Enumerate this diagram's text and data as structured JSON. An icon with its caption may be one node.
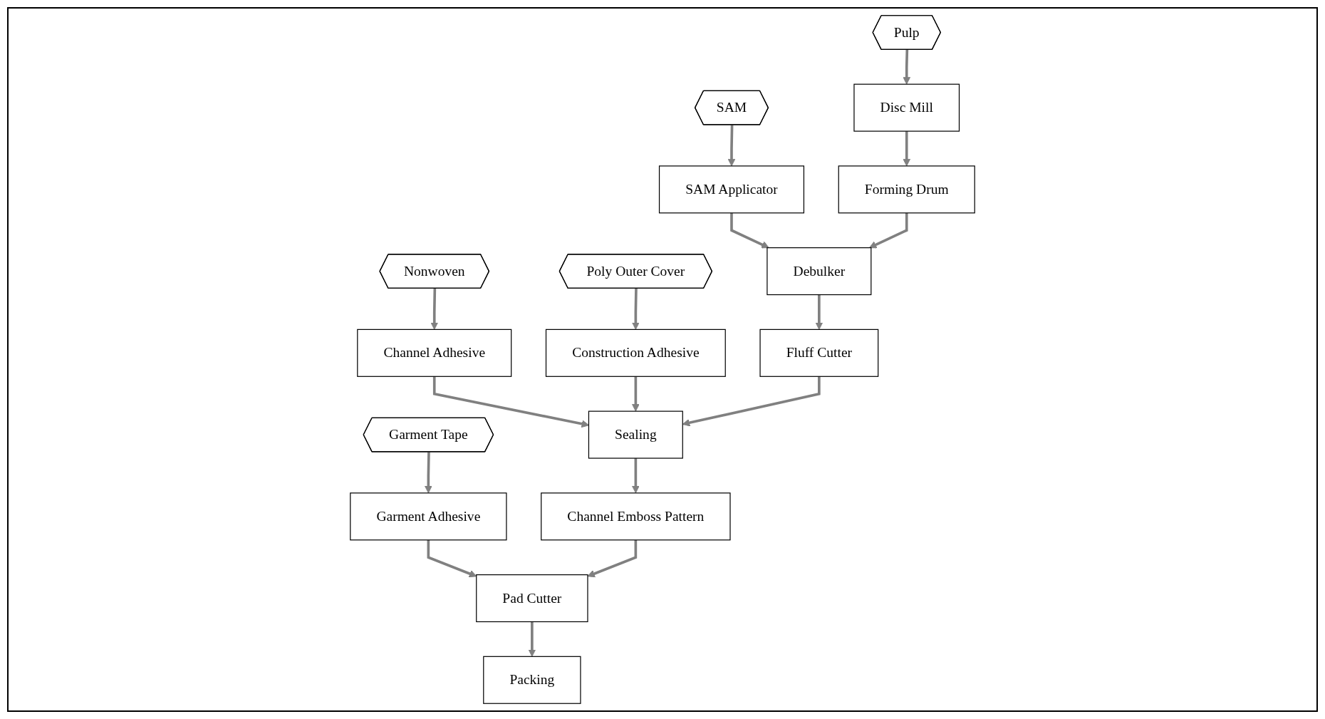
{
  "diagram": {
    "nodes": [
      {
        "text": [
          "Disc Mill"
        ]
      },
      {
        "text": [
          "Pulp"
        ]
      },
      {
        "text": [
          "Forming Drum"
        ]
      },
      {
        "text": [
          "SAM Applicator"
        ]
      },
      {
        "text": [
          "SAM"
        ]
      },
      {
        "text": [
          "Debulker"
        ]
      },
      {
        "text": [
          "Fluff Cutter"
        ]
      },
      {
        "text": [
          "Nonwoven"
        ]
      },
      {
        "text": [
          "Channel Adhesive"
        ]
      },
      {
        "text": [
          "Construction Adhesive"
        ]
      },
      {
        "text": [
          "Poly Outer Cover"
        ]
      },
      {
        "text": [
          "Sealing"
        ]
      },
      {
        "text": [
          "Channel Emboss Pattern"
        ]
      },
      {
        "text": [
          "Garment Adhesive"
        ]
      },
      {
        "text": [
          "Garment Tape"
        ]
      },
      {
        "text": [
          "Pad Cutter"
        ]
      },
      {
        "text": [
          "Packing"
        ]
      }
    ],
    "edges": [
      {
        "from": 1,
        "to": 0,
        "arrow": "to"
      },
      {
        "from": 0,
        "to": 2,
        "arrow": "to"
      },
      {
        "from": 4,
        "to": 3,
        "arrow": "to"
      },
      {
        "from": 3,
        "to": 5,
        "arrow": "to"
      },
      {
        "from": 2,
        "to": 5,
        "arrow": "to"
      },
      {
        "from": 5,
        "to": 6,
        "arrow": "to"
      },
      {
        "from": 7,
        "to": 8,
        "arrow": "to"
      },
      {
        "from": 8,
        "to": 11,
        "arrow": "to"
      },
      {
        "from": 10,
        "to": 9,
        "arrow": "to"
      },
      {
        "from": 9,
        "to": 11,
        "arrow": "to"
      },
      {
        "from": 6,
        "to": 11,
        "arrow": "to"
      },
      {
        "from": 11,
        "to": 12,
        "arrow": "to"
      },
      {
        "from": 14,
        "to": 13,
        "arrow": "to"
      },
      {
        "from": 13,
        "to": 15,
        "arrow": "to"
      },
      {
        "from": 12,
        "to": 15,
        "arrow": "to"
      },
      {
        "from": 15,
        "to": 16,
        "arrow": "to"
      }
    ]
  }
}
